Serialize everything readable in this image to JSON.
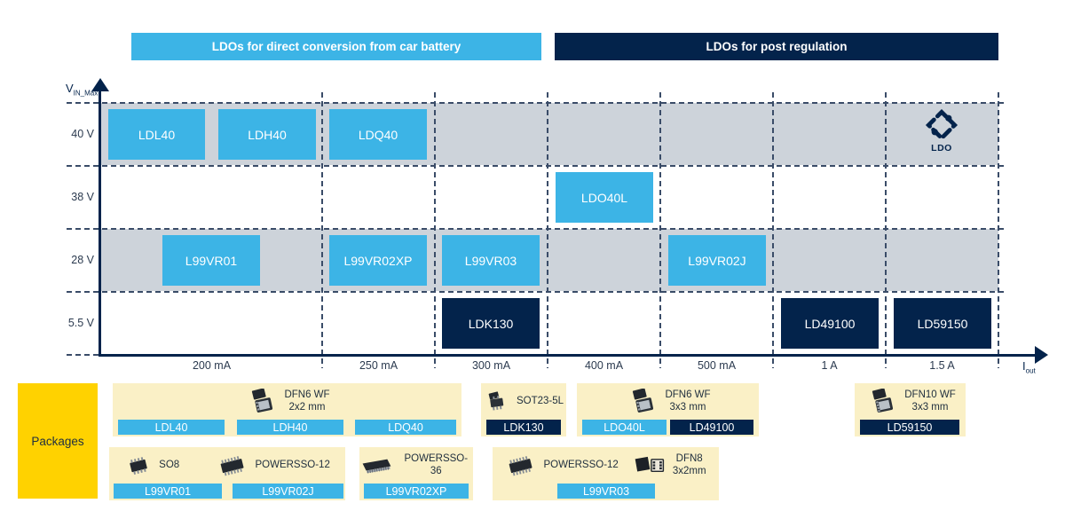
{
  "colors": {
    "lightblue": "#3CB4E6",
    "navy": "#03234B",
    "row_band": "#CDD3DA",
    "panel_cream": "#FAF0C6",
    "packages_yellow": "#FFD200"
  },
  "header": {
    "bar1_label": "LDOs for direct conversion from car battery",
    "bar2_label": "LDOs for post regulation"
  },
  "axis": {
    "y_main": "V",
    "y_sub": "IN_Max",
    "x_main": "I",
    "x_sub": "out"
  },
  "ldo_badge": {
    "label": "LDO"
  },
  "chart_data": {
    "type": "scatter",
    "title": "LDO portfolio positioning by maximum input voltage and output current",
    "xlabel": "Iout",
    "ylabel": "VIN_Max",
    "x_ticks": [
      "200 mA",
      "250 mA",
      "300 mA",
      "400 mA",
      "500 mA",
      "1 A",
      "1.5 A"
    ],
    "y_ticks": [
      "40 V",
      "38 V",
      "28 V",
      "5.5 V"
    ],
    "shaded_rows": [
      "40 V",
      "28 V"
    ],
    "grid": "dashed",
    "points": [
      {
        "label": "LDL40",
        "y": "40 V",
        "x": "200 mA",
        "style": "lightblue",
        "group": "direct conversion"
      },
      {
        "label": "LDH40",
        "y": "40 V",
        "x": "200 mA",
        "style": "lightblue",
        "group": "direct conversion"
      },
      {
        "label": "LDQ40",
        "y": "40 V",
        "x": "250 mA",
        "style": "lightblue",
        "group": "direct conversion"
      },
      {
        "label": "LDO40L",
        "y": "38 V",
        "x": "400 mA",
        "style": "lightblue",
        "group": "direct conversion"
      },
      {
        "label": "L99VR01",
        "y": "28 V",
        "x": "200 mA",
        "style": "lightblue",
        "group": "direct conversion"
      },
      {
        "label": "L99VR02XP",
        "y": "28 V",
        "x": "250 mA",
        "style": "lightblue",
        "group": "direct conversion"
      },
      {
        "label": "L99VR03",
        "y": "28 V",
        "x": "300 mA",
        "style": "lightblue",
        "group": "direct conversion"
      },
      {
        "label": "L99VR02J",
        "y": "28 V",
        "x": "500 mA",
        "style": "lightblue",
        "group": "direct conversion"
      },
      {
        "label": "LDK130",
        "y": "5.5 V",
        "x": "300 mA",
        "style": "navy",
        "group": "post regulation"
      },
      {
        "label": "LD49100",
        "y": "5.5 V",
        "x": "1 A",
        "style": "navy",
        "group": "post regulation"
      },
      {
        "label": "LD59150",
        "y": "5.5 V",
        "x": "1.5 A",
        "style": "navy",
        "group": "post regulation"
      }
    ]
  },
  "packages": {
    "title": "Packages",
    "p1": {
      "pkg": "DFN6 WF",
      "size": "2x2 mm",
      "part1": "LDL40",
      "part2": "LDH40",
      "part3": "LDQ40"
    },
    "p2": {
      "pkg": "SOT23-5L",
      "part1": "LDK130"
    },
    "p3": {
      "pkg": "DFN6 WF",
      "size": "3x3 mm",
      "part1": "LDO40L",
      "part2": "LD49100"
    },
    "p4": {
      "pkg": "DFN10 WF",
      "size": "3x3 mm",
      "part1": "LD59150"
    },
    "p5": {
      "pkg1": "SO8",
      "pkg2": "POWERSSO-12",
      "part1": "L99VR01",
      "part2": "L99VR02J"
    },
    "p6": {
      "pkg": "POWERSSO-36",
      "part1": "L99VR02XP"
    },
    "p7": {
      "pkg1": "POWERSSO-12",
      "pkg2": "DFN8",
      "size2": "3x2mm",
      "part1": "L99VR03"
    }
  }
}
